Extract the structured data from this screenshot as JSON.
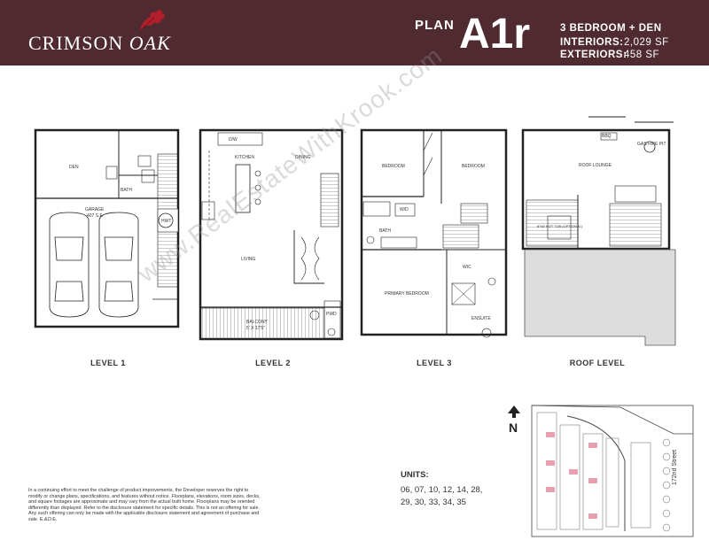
{
  "header": {
    "brand_main": "CRIMSON",
    "brand_oak": "OAK",
    "plan_label": "PLAN",
    "plan_code": "A1r",
    "bedrooms": "3 BEDROOM + DEN",
    "interiors_label": "INTERIORS:",
    "interiors_value": "2,029 SF",
    "exteriors_label": "EXTERIORS:",
    "exteriors_value": "458 SF"
  },
  "colors": {
    "header_bg": "#4f2a31",
    "leaf": "#b01f2a",
    "highlight_unit": "#e8a0b0"
  },
  "levels": {
    "level1": "LEVEL 1",
    "level2": "LEVEL 2",
    "level3": "LEVEL 3",
    "roof": "ROOF LEVEL"
  },
  "rooms": {
    "den": "DEN",
    "bath": "BATH",
    "garage": "GARAGE",
    "garage_dim": "407 s.f.",
    "hwt": "HWT",
    "kitchen": "KITCHEN",
    "dining": "DINING",
    "living": "LIVING",
    "balcony": "BALCONY",
    "balcony_dim": "5' x 17'5\"",
    "pwd": "PWD",
    "dw": "D/W",
    "bedroom_a": "BEDROOM",
    "bedroom_b": "BEDROOM",
    "bath3": "BATH",
    "wd": "W/D",
    "wic": "WIC",
    "primary": "PRIMARY BEDROOM",
    "ensuite": "ENSUITE",
    "roof_lounge": "ROOF LOUNGE",
    "bbq": "BBQ",
    "gas_fire_pit": "GAS FIRE PIT",
    "hot_tub": "8'x8' HOT TUB (OPTIONAL)"
  },
  "watermark": "www.RealEstateWithKrook.com",
  "disclaimer": "In a continuing effort to meet the challenge of product improvements, the Developer reserves the right to modify or change plans, specifications, and features without notice. Floorplans, elevations, room sizes, decks, and square footages are approximate and may vary from the actual built home. Floorplans may be oriented differently than displayed. Refer to the disclosure statement for specific details. This is not an offering for sale. Any such offering can only be made with the applicable disclosure statement and agreement of purchase and sale. E.&O.E.",
  "units": {
    "title": "UNITS:",
    "line1": "06, 07, 10, 12, 14, 28,",
    "line2": "29, 30, 33, 34, 35"
  },
  "site": {
    "north": "N",
    "street": "172nd Street"
  }
}
